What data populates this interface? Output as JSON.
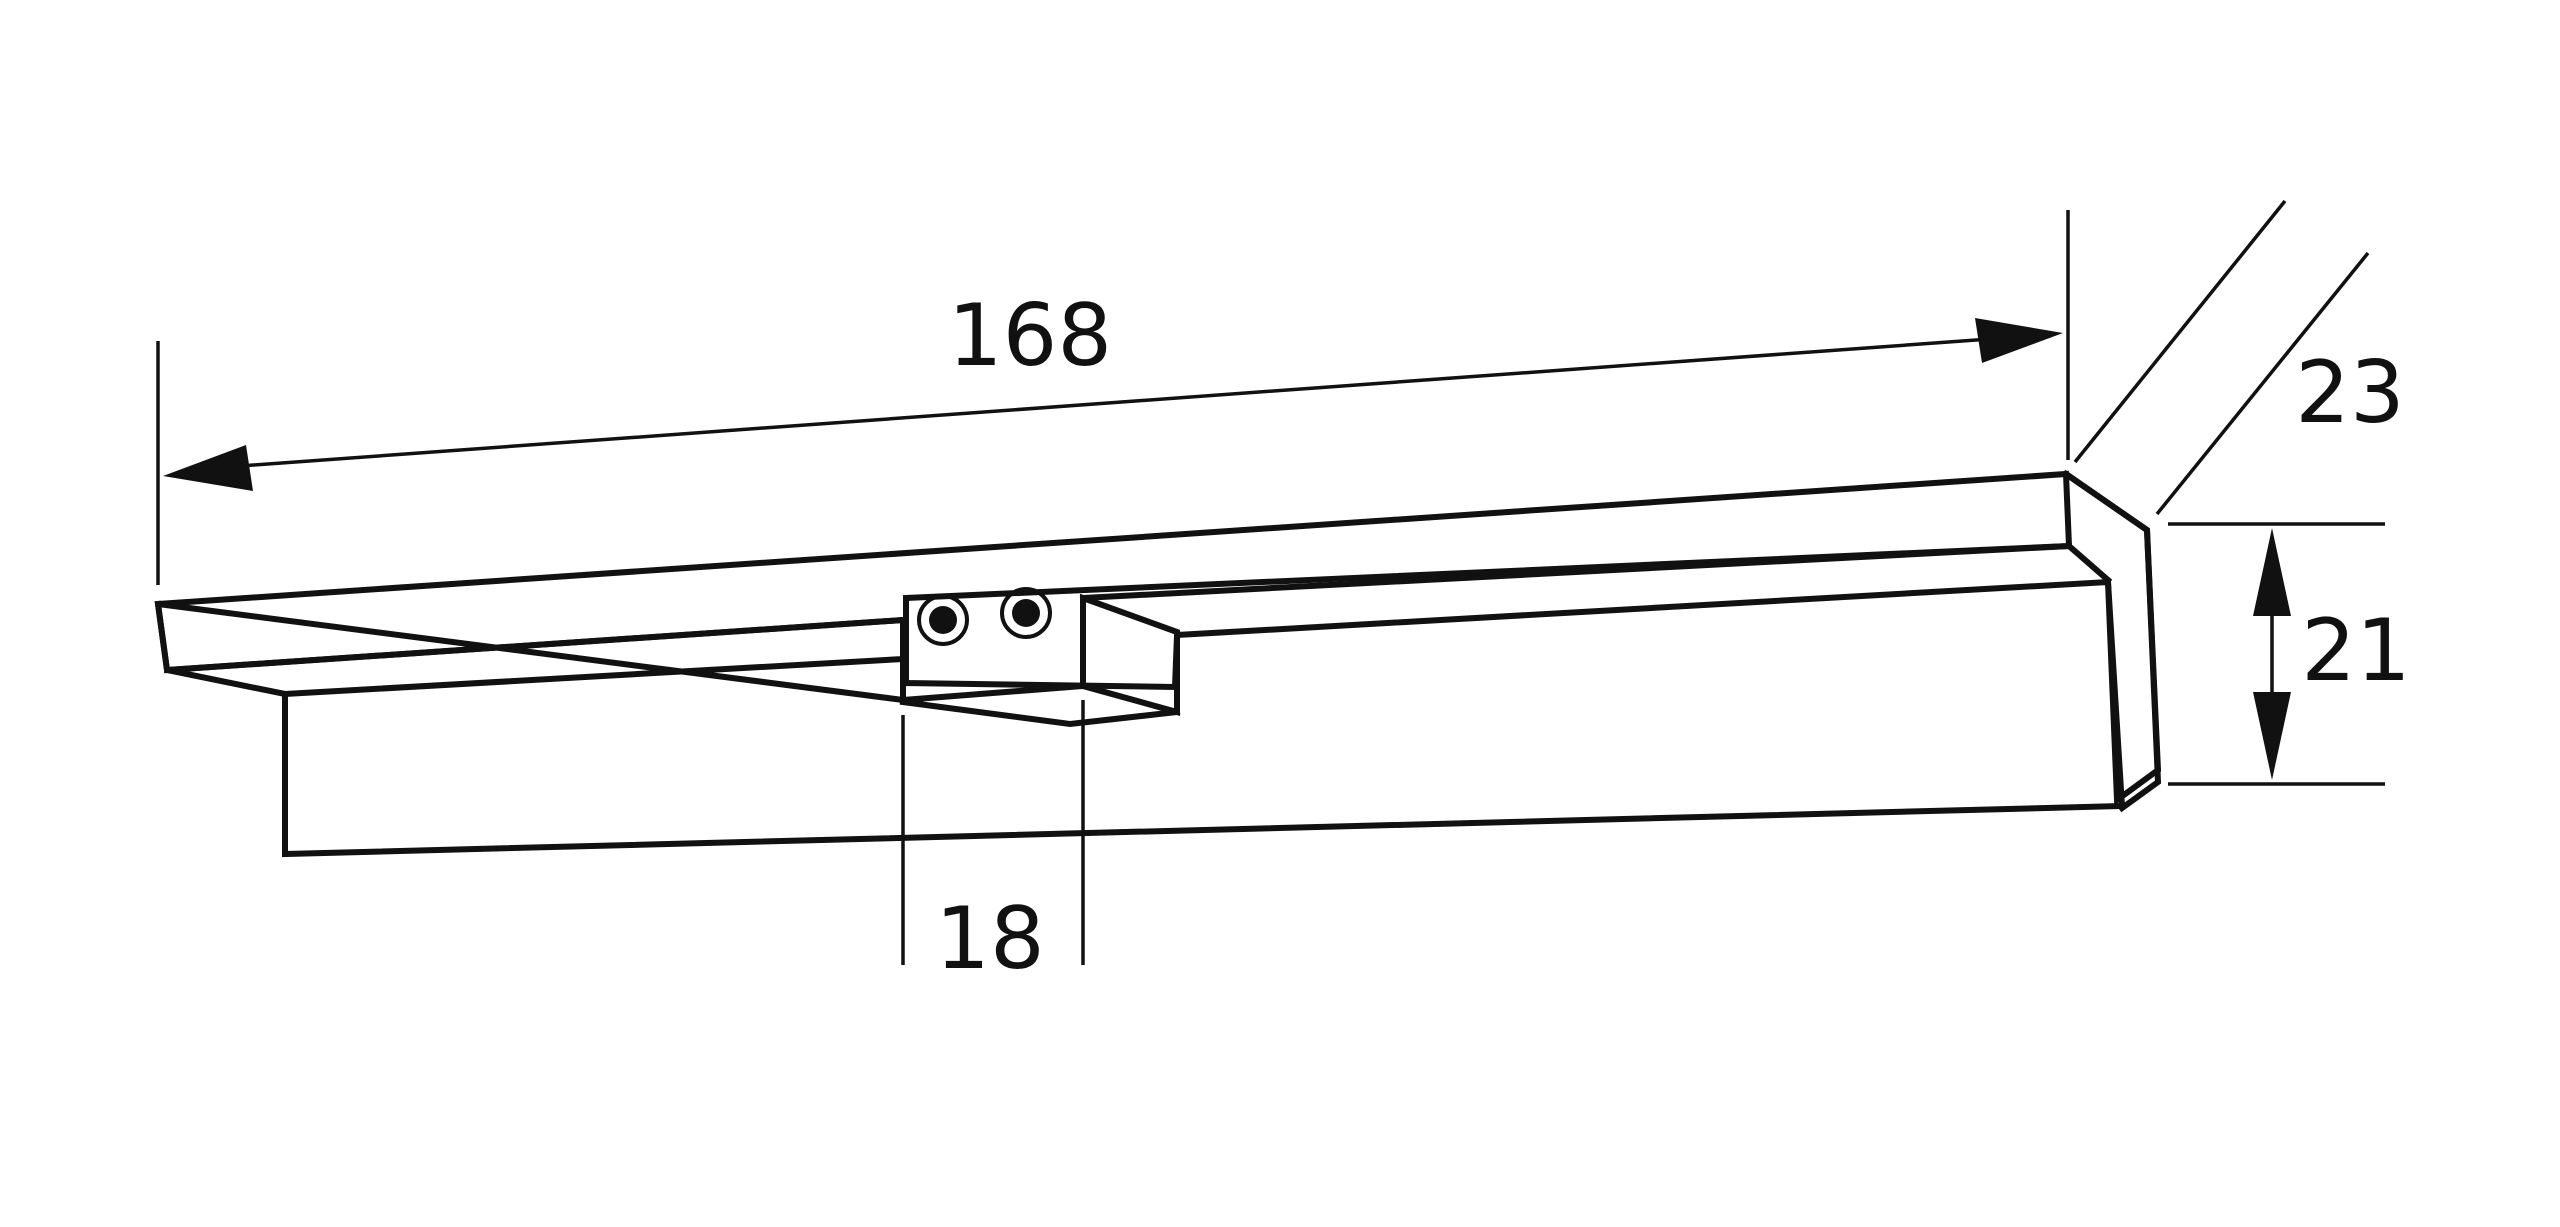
{
  "diagram": {
    "dimensions": {
      "length": "168",
      "depth": "23",
      "height": "21",
      "cutout_width": "18"
    },
    "colors": {
      "line": "#111111",
      "background": "#ffffff"
    },
    "features": {
      "mounting_holes": 2
    }
  }
}
